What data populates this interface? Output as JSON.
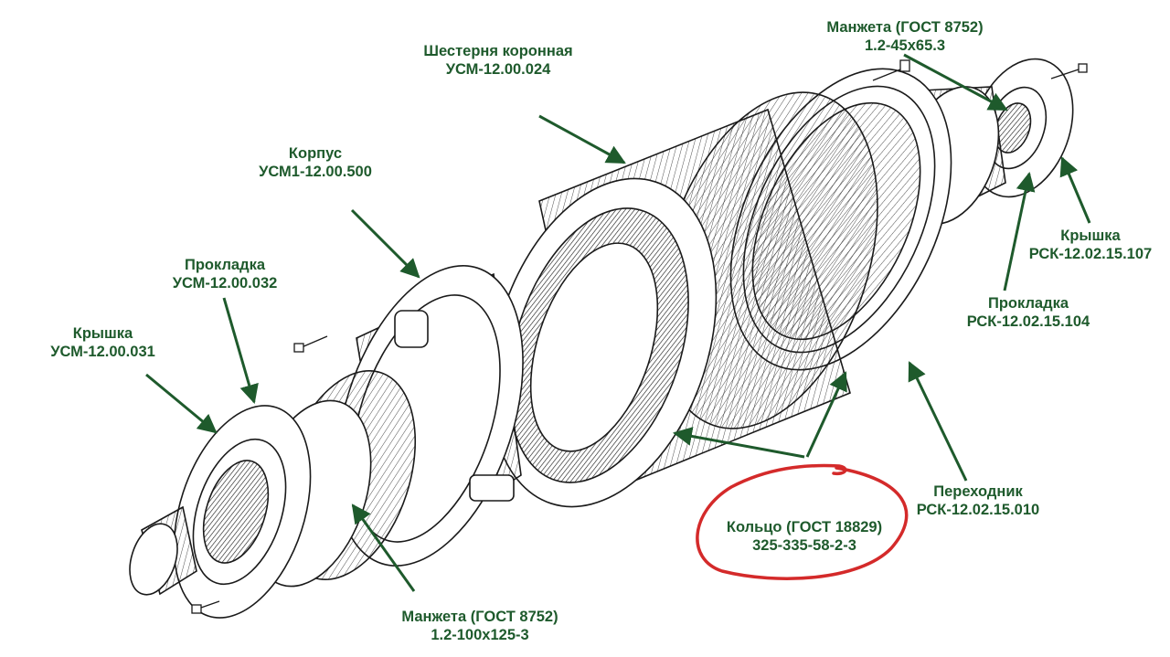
{
  "labels": {
    "ring_gear": {
      "name": "Шестерня коронная",
      "code": "УСМ-12.00.024"
    },
    "housing": {
      "name": "Корпус",
      "code": "УСМ1-12.00.500"
    },
    "gasket_left": {
      "name": "Прокладка",
      "code": "УСМ-12.00.032"
    },
    "cover_left": {
      "name": "Крышка",
      "code": "УСМ-12.00.031"
    },
    "seal_bottom": {
      "name": "Манжета (ГОСТ 8752)",
      "code": "1.2-100х125-3"
    },
    "o_ring": {
      "name": "Кольцо (ГОСТ 18829)",
      "code": "325-335-58-2-3"
    },
    "adapter": {
      "name": "Переходник",
      "code": "РСК-12.02.15.010"
    },
    "gasket_right": {
      "name": "Прокладка",
      "code": "РСК-12.02.15.104"
    },
    "cover_right": {
      "name": "Крышка",
      "code": "РСК-12.02.15.107"
    },
    "seal_top": {
      "name": "Манжета (ГОСТ 8752)",
      "code": "1.2-45х65.3"
    }
  },
  "colors": {
    "label": "#1e5a2c",
    "arrow": "#1e5a2c",
    "highlight": "#d42a2a",
    "drawing": "#1a1a1a"
  }
}
